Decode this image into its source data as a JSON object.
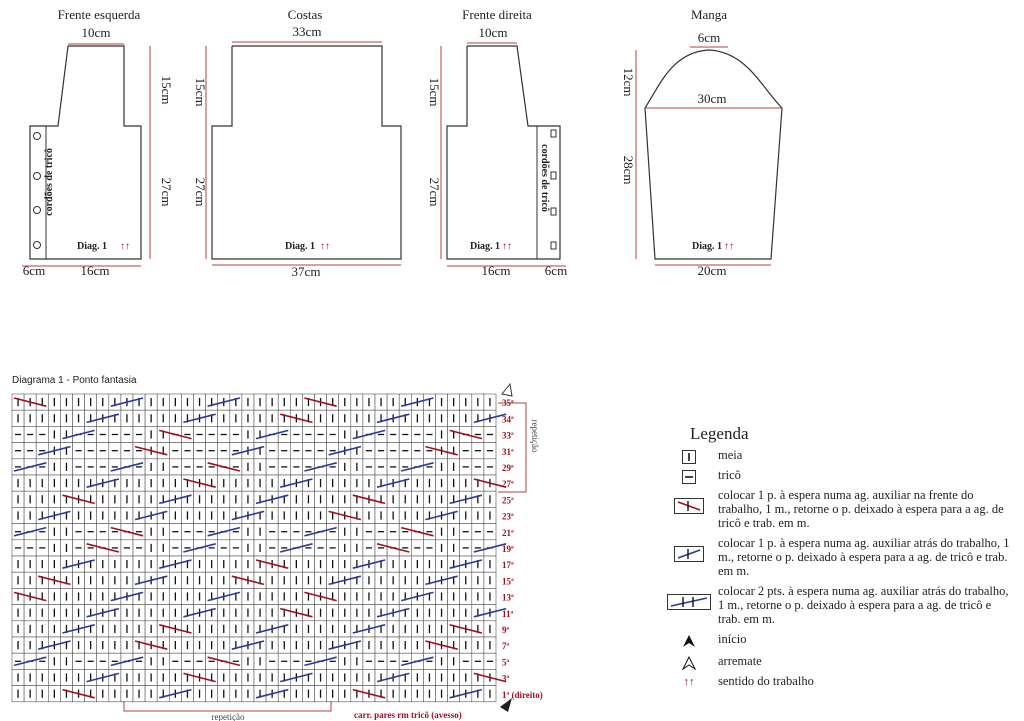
{
  "pieces": {
    "front_left": {
      "title": "Frente esquerda",
      "top": "10cm",
      "height_upper": "15cm",
      "height_lower": "27cm",
      "bottom_main": "16cm",
      "bottom_side": "6cm",
      "band_label": "cordões de tricô",
      "diag_label": "Diag. 1"
    },
    "back": {
      "title": "Costas",
      "top": "33cm",
      "height_upper": "15cm",
      "height_lower": "27cm",
      "bottom": "37cm",
      "diag_label": "Diag. 1"
    },
    "front_right": {
      "title": "Frente direita",
      "top": "10cm",
      "height_upper": "15cm",
      "height_lower": "27cm",
      "bottom_main": "16cm",
      "bottom_side": "6cm",
      "band_label": "cordões de tricô",
      "diag_label": "Diag. 1"
    },
    "sleeve": {
      "title": "Manga",
      "top": "6cm",
      "width_mid": "30cm",
      "height_cap": "12cm",
      "height_body": "28cm",
      "bottom": "20cm",
      "diag_label": "Diag. 1"
    }
  },
  "diagram": {
    "title": "Diagrama 1 - Ponto fantasia",
    "row_labels": [
      "35ª",
      "34ª",
      "33ª",
      "31ª",
      "29ª",
      "27ª",
      "25ª",
      "23ª",
      "21ª",
      "19ª",
      "17ª",
      "15ª",
      "13ª",
      "11ª",
      "9ª",
      "7ª",
      "5ª",
      "3ª",
      "1ª (direito)"
    ],
    "side_label": "repetição",
    "bottom_label": "repetição",
    "footnote": "carr. pares rm tricô (avesso)"
  },
  "legend": {
    "title": "Legenda",
    "items": [
      {
        "symbol": "meia-icon",
        "text": "meia"
      },
      {
        "symbol": "trico-icon",
        "text": "tricô"
      },
      {
        "symbol": "cross-front-icon",
        "text": "colocar 1 p. à espera numa ag. auxiliar na frente do trabalho, 1 m., retorne o p. deixado à espera para a ag. de tricô e trab. em m."
      },
      {
        "symbol": "cross-back-icon",
        "text": "colocar 1 p. à espera numa ag. auxiliar atrás do trabalho, 1 m., retorne o p. deixado à espera para a ag. de tricô e trab. em m."
      },
      {
        "symbol": "cross-back-2-icon",
        "text": "colocar 2 pts. à espera numa ag. auxiliar atrás do trabalho, 1 m., retorne o p. deixado à espera para a ag. de tricô e trab. em m."
      },
      {
        "symbol": "start-icon",
        "text": "início"
      },
      {
        "symbol": "finish-icon",
        "text": "arremate"
      },
      {
        "symbol": "direction-icon",
        "text": "sentido do trabalho"
      }
    ]
  },
  "colors": {
    "red": "#a01020",
    "blue": "#2a3a9a",
    "line": "#333333",
    "dim": "#b04040"
  }
}
